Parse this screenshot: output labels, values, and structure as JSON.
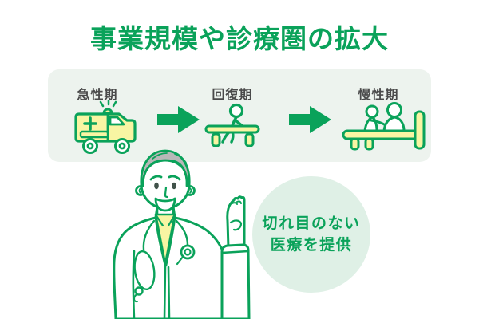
{
  "title": "事業規模や診療圏の拡大",
  "panel": {
    "stages": [
      {
        "label": "急性期",
        "icon": "ambulance-icon"
      },
      {
        "label": "回復期",
        "icon": "rehabilitation-icon"
      },
      {
        "label": "慢性期",
        "icon": "nursing-bed-icon"
      }
    ],
    "arrow_icon": "right-arrow-icon"
  },
  "callout": {
    "line1": "切れ目のない",
    "line2": "医療を提供"
  },
  "illustration": "doctor-with-stethoscope",
  "colors": {
    "green": "#0aa25a",
    "panel_bg": "#edf3ee",
    "callout_bg": "#dff0e6",
    "icon_yellow": "#f8f5a3",
    "label_gray": "#4a4a4a",
    "hair_gray": "#b8b8b8",
    "eye_dark": "#41524a",
    "background": "#ffffff"
  }
}
